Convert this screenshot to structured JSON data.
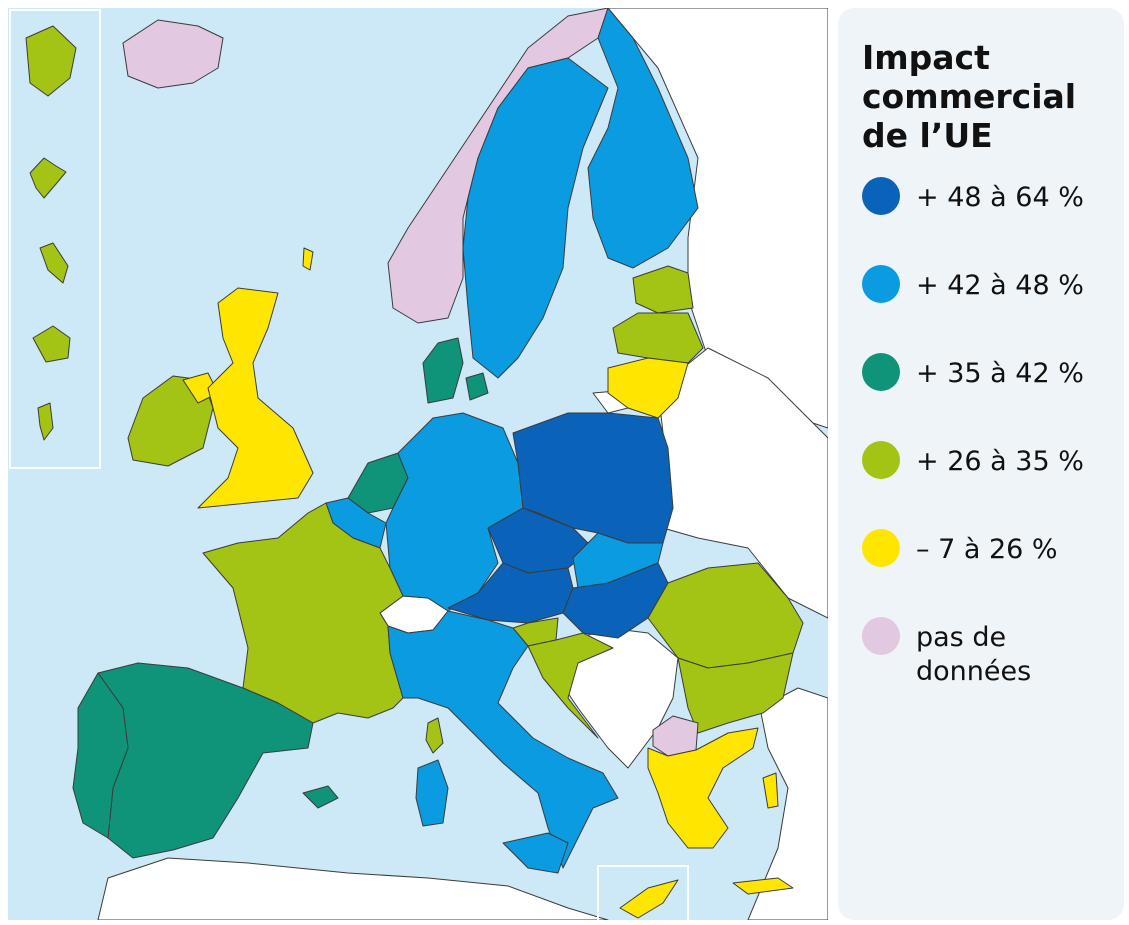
{
  "legend": {
    "title": "Impact\ncommercial\nde l’UE",
    "items": [
      {
        "label": "+ 48 à 64 %",
        "color": "#0a63b8"
      },
      {
        "label": "+ 42 à 48 %",
        "color": "#0b9be0"
      },
      {
        "label": "+ 35 à 42 %",
        "color": "#0f9379"
      },
      {
        "label": "+ 26 à 35 %",
        "color": "#a3c414"
      },
      {
        "label": "– 7 à 26 %",
        "color": "#ffe600"
      },
      {
        "label": "pas de\ndonnées",
        "color": "#e2c8e0"
      }
    ]
  },
  "map": {
    "sea_color": "#cde8f7",
    "non_eu_color": "#ffffff",
    "insets": [
      "french-overseas-territories",
      "cyprus"
    ],
    "regions": [
      {
        "name": "norway",
        "class": "pas de données"
      },
      {
        "name": "iceland",
        "class": "pas de données"
      },
      {
        "name": "sweden",
        "class": "+ 42 à 48 %"
      },
      {
        "name": "finland",
        "class": "+ 42 à 48 %"
      },
      {
        "name": "estonia",
        "class": "+ 26 à 35 %"
      },
      {
        "name": "latvia",
        "class": "+ 26 à 35 %"
      },
      {
        "name": "lithuania",
        "class": "– 7 à 26 %"
      },
      {
        "name": "denmark",
        "class": "+ 35 à 42 %"
      },
      {
        "name": "ireland",
        "class": "+ 26 à 35 %"
      },
      {
        "name": "northern-ireland",
        "class": "– 7 à 26 %"
      },
      {
        "name": "united-kingdom",
        "class": "– 7 à 26 %"
      },
      {
        "name": "netherlands",
        "class": "+ 35 à 42 %"
      },
      {
        "name": "belgium",
        "class": "+ 42 à 48 %"
      },
      {
        "name": "germany",
        "class": "+ 42 à 48 %"
      },
      {
        "name": "poland",
        "class": "+ 48 à 64 %"
      },
      {
        "name": "czechia",
        "class": "+ 48 à 64 %"
      },
      {
        "name": "slovakia",
        "class": "+ 42 à 48 %"
      },
      {
        "name": "austria",
        "class": "+ 48 à 64 %"
      },
      {
        "name": "hungary",
        "class": "+ 48 à 64 %"
      },
      {
        "name": "slovenia",
        "class": "+ 26 à 35 %"
      },
      {
        "name": "croatia",
        "class": "+ 26 à 35 %"
      },
      {
        "name": "romania",
        "class": "+ 26 à 35 %"
      },
      {
        "name": "bulgaria",
        "class": "+ 26 à 35 %"
      },
      {
        "name": "france",
        "class": "+ 26 à 35 %"
      },
      {
        "name": "spain",
        "class": "+ 35 à 42 %"
      },
      {
        "name": "portugal",
        "class": "+ 35 à 42 %"
      },
      {
        "name": "italy",
        "class": "+ 42 à 48 %"
      },
      {
        "name": "greece",
        "class": "– 7 à 26 %"
      },
      {
        "name": "north-macedonia",
        "class": "pas de données"
      },
      {
        "name": "cyprus",
        "class": "– 7 à 26 %"
      },
      {
        "name": "french-overseas-territories",
        "class": "+ 26 à 35 %"
      }
    ]
  }
}
